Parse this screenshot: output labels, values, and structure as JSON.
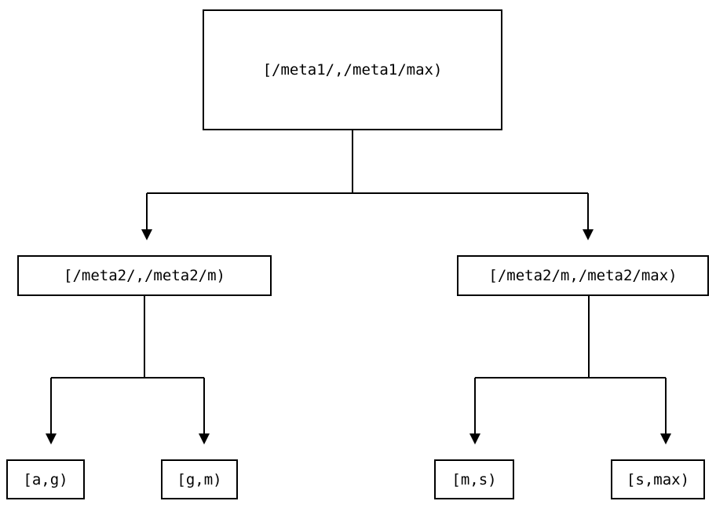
{
  "diagram": {
    "type": "tree",
    "orientation": "top-down",
    "background_color": "#ffffff",
    "stroke_color": "#000000",
    "stroke_width": 2,
    "nodes": {
      "root": {
        "label": "[/meta1/,/meta1/max)",
        "level": 0
      },
      "mid_left": {
        "label": "[/meta2/,/meta2/m)",
        "level": 1
      },
      "mid_right": {
        "label": "[/meta2/m,/meta2/max)",
        "level": 1
      },
      "leaf_ag": {
        "label": "[a,g)",
        "level": 2
      },
      "leaf_gm": {
        "label": "[g,m)",
        "level": 2
      },
      "leaf_ms": {
        "label": "[m,s)",
        "level": 2
      },
      "leaf_smax": {
        "label": "[s,max)",
        "level": 2
      }
    },
    "edges": [
      {
        "from": "root",
        "to": "mid_left",
        "arrow": "triangle-down"
      },
      {
        "from": "root",
        "to": "mid_right",
        "arrow": "triangle-down"
      },
      {
        "from": "mid_left",
        "to": "leaf_ag",
        "arrow": "triangle-down"
      },
      {
        "from": "mid_left",
        "to": "leaf_gm",
        "arrow": "triangle-down"
      },
      {
        "from": "mid_right",
        "to": "leaf_ms",
        "arrow": "triangle-down"
      },
      {
        "from": "mid_right",
        "to": "leaf_smax",
        "arrow": "triangle-down"
      }
    ]
  }
}
